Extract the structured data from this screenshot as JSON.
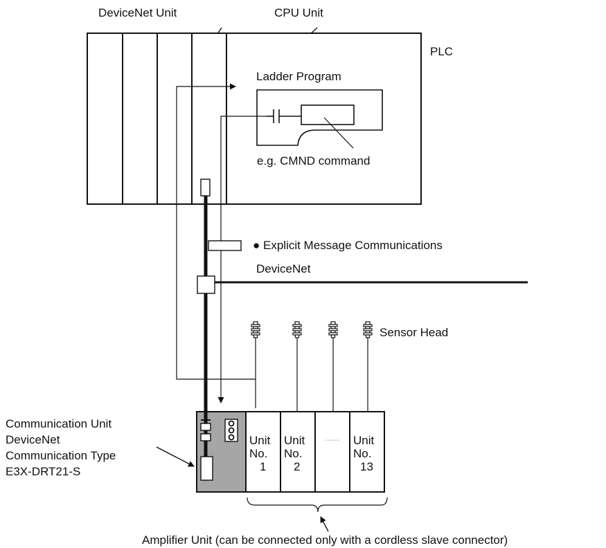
{
  "labels": {
    "devicenet_unit": "DeviceNet Unit",
    "cpu_unit": "CPU Unit",
    "plc": "PLC",
    "ladder_program": "Ladder Program",
    "cmnd_example": "e.g. CMND command",
    "explicit_message": "● Explicit Message Communications",
    "devicenet": "DeviceNet",
    "sensor_head": "Sensor Head",
    "comm_unit_line1": "Communication Unit",
    "comm_unit_line2": "DeviceNet",
    "comm_unit_line3": "Communication Type",
    "comm_unit_line4": "E3X-DRT21-S",
    "amplifier_unit": "Amplifier Unit (can be connected only with a cordless slave connector)"
  },
  "amplifier_slots": [
    {
      "unit": "Unit",
      "no": "No.",
      "num": "1"
    },
    {
      "unit": "Unit",
      "no": "No.",
      "num": "2"
    },
    {
      "ellipsis": "·········"
    },
    {
      "unit": "Unit",
      "no": "No.",
      "num": "13"
    }
  ],
  "colors": {
    "line": "#111111",
    "comm_unit_fill": "#a6a6a6",
    "background": "#ffffff"
  }
}
